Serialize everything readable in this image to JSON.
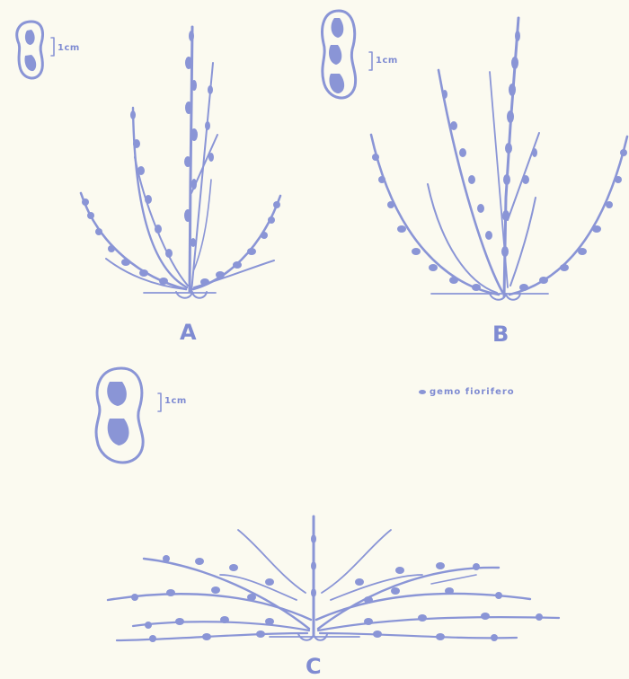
{
  "panels": [
    {
      "letter": "A",
      "scale": "1cm"
    },
    {
      "letter": "B",
      "scale": "1cm"
    },
    {
      "letter": "C",
      "scale": "1cm"
    }
  ],
  "legend": {
    "icon": "flower-bud-icon",
    "label": "gemo fiorifero"
  },
  "colors": {
    "ink": "#8a95d6",
    "paper": "#fbfaf0"
  }
}
